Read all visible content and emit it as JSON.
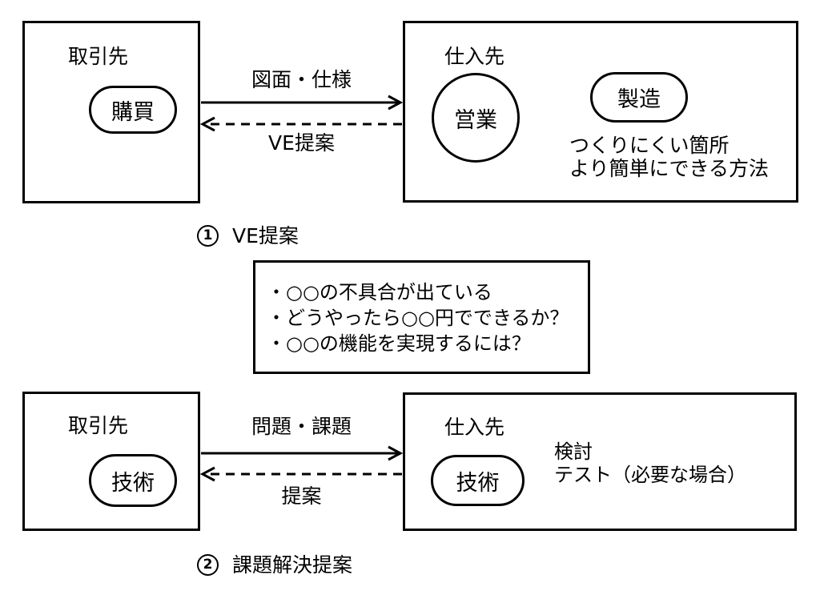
{
  "colors": {
    "ink": "#000000",
    "background": "#ffffff"
  },
  "top_flow": {
    "client_box": {
      "title": "取引先",
      "node_label": "購買"
    },
    "forward_arrow_label": "図面・仕様",
    "back_arrow_label": "VE提案",
    "supplier_box": {
      "title": "仕入先",
      "sales_node_label": "営業",
      "manufacturing_node_label": "製造",
      "note_lines": [
        "つくりにくい箇所",
        "より簡単にできる方法"
      ]
    }
  },
  "caption_1": {
    "number": "1",
    "label": "VE提案"
  },
  "examples_box": {
    "items": [
      "・○○の不具合が出ている",
      "・どうやったら○○円でできるか？",
      "・○○の機能を実現するには？"
    ]
  },
  "bottom_flow": {
    "client_box": {
      "title": "取引先",
      "node_label": "技術"
    },
    "forward_arrow_label": "問題・課題",
    "back_arrow_label": "提案",
    "supplier_box": {
      "title": "仕入先",
      "node_label": "技術",
      "note_lines": [
        "検討",
        "テスト（必要な場合）"
      ]
    }
  },
  "caption_2": {
    "number": "2",
    "label": "課題解決提案"
  }
}
